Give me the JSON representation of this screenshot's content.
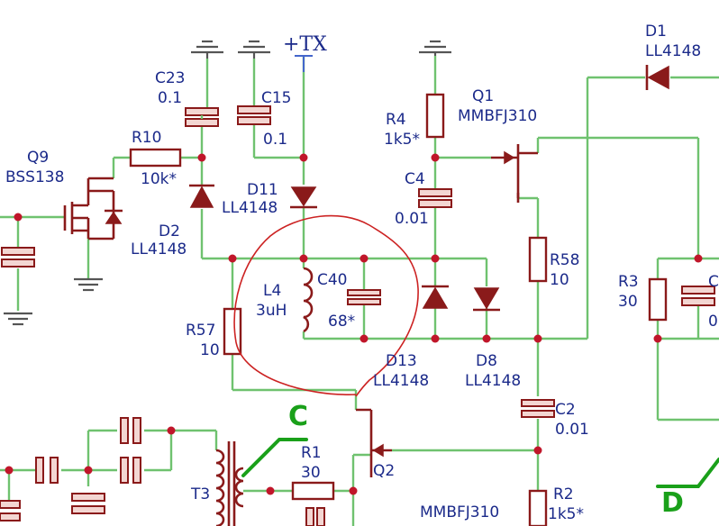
{
  "labels": {
    "c23": "C23",
    "c23_val": "0.1",
    "c15": "C15",
    "c15_val": "0.1",
    "tx": "+TX",
    "r10": "R10",
    "r10_val": "10k*",
    "q9": "Q9",
    "q9_type": "BSS138",
    "d2": "D2",
    "d2_type": "LL4148",
    "d11": "D11",
    "d11_type": "LL4148",
    "r4": "R4",
    "r4_val": "1k5*",
    "c4": "C4",
    "c4_val": "0.01",
    "q1": "Q1",
    "q1_type": "MMBFJ310",
    "d1": "D1",
    "d1_type": "LL4148",
    "l4": "L4",
    "l4_val": "3uH",
    "c40": "C40",
    "c40_val": "68*",
    "r58": "R58",
    "r58_val": "10",
    "r3": "R3",
    "r3_val": "30",
    "c_edge": "C",
    "c_edge_val": "0",
    "r57": "R57",
    "r57_val": "10",
    "d13": "D13",
    "d13_type": "LL4148",
    "d8": "D8",
    "d8_type": "LL4148",
    "c2": "C2",
    "c2_val": "0.01",
    "r1": "R1",
    "r1_val": "30",
    "q2": "Q2",
    "t3": "T3",
    "q2_type": "MMBFJ310",
    "r2": "R2",
    "r2_val": "1k5*",
    "annot_c": "C",
    "annot_d": "D"
  },
  "colors": {
    "wire": "#6fc26f",
    "component": "#8a1a1a",
    "junction": "#c0162a",
    "label_text": "#1b2a8a",
    "hand_marking": "#cc2222",
    "annotation": "#1aa01a"
  }
}
